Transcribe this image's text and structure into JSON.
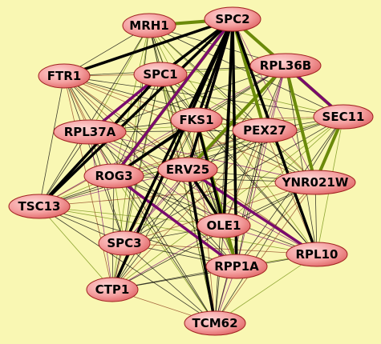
{
  "background": "#f9f7b3",
  "node_fill": "#f08a8a",
  "edge_colors": {
    "thin": "#000000",
    "heavy": "#000000",
    "olive": "#6b8a0a",
    "purple": "#7a0a6e",
    "brown": "#8a3a1a"
  },
  "nodes": [
    {
      "id": "MRH1",
      "label": "MRH1"
    },
    {
      "id": "SPC2",
      "label": "SPC2"
    },
    {
      "id": "FTR1",
      "label": "FTR1"
    },
    {
      "id": "SPC1",
      "label": "SPC1"
    },
    {
      "id": "RPL36B",
      "label": "RPL36B"
    },
    {
      "id": "FKS1",
      "label": "FKS1"
    },
    {
      "id": "SEC11",
      "label": "SEC11"
    },
    {
      "id": "RPL37A",
      "label": "RPL37A"
    },
    {
      "id": "PEX27",
      "label": "PEX27"
    },
    {
      "id": "ROG3",
      "label": "ROG3"
    },
    {
      "id": "ERV25",
      "label": "ERV25"
    },
    {
      "id": "YNR021W",
      "label": "YNR021W"
    },
    {
      "id": "TSC13",
      "label": "TSC13"
    },
    {
      "id": "OLE1",
      "label": "OLE1"
    },
    {
      "id": "SPC3",
      "label": "SPC3"
    },
    {
      "id": "RPL10",
      "label": "RPL10"
    },
    {
      "id": "RPP1A",
      "label": "RPP1A"
    },
    {
      "id": "CTP1",
      "label": "CTP1"
    },
    {
      "id": "TCM62",
      "label": "TCM62"
    }
  ],
  "heavy_edges": [
    [
      "SPC2",
      "SPC1"
    ],
    [
      "SPC2",
      "FTR1"
    ],
    [
      "SPC2",
      "FKS1"
    ],
    [
      "SPC2",
      "ERV25"
    ],
    [
      "SPC2",
      "OLE1"
    ],
    [
      "SPC2",
      "RPP1A"
    ],
    [
      "SPC2",
      "RPL10"
    ],
    [
      "SPC2",
      "SPC3"
    ],
    [
      "SPC2",
      "TSC13"
    ],
    [
      "SPC2",
      "CTP1"
    ],
    [
      "SPC1",
      "TSC13"
    ],
    [
      "FKS1",
      "ROG3"
    ],
    [
      "ERV25",
      "TCM62"
    ],
    [
      "FKS1",
      "OLE1"
    ],
    [
      "ERV25",
      "OLE1"
    ]
  ],
  "olive_edges": [
    [
      "MRH1",
      "SPC2"
    ],
    [
      "SPC2",
      "PEX27"
    ],
    [
      "RPL36B",
      "YNR021W"
    ],
    [
      "SPC2",
      "ROG3"
    ],
    [
      "SPC2",
      "SEC11"
    ],
    [
      "SEC11",
      "YNR021W"
    ],
    [
      "FKS1",
      "RPP1A"
    ],
    [
      "RPL36B",
      "ERV25"
    ]
  ],
  "purple_edges": [
    [
      "SPC2",
      "ERV25"
    ],
    [
      "RPL36B",
      "SEC11"
    ],
    [
      "SPC1",
      "RPL37A"
    ],
    [
      "ROG3",
      "RPP1A"
    ],
    [
      "SPC2",
      "ROG3"
    ],
    [
      "ERV25",
      "RPL10"
    ]
  ]
}
